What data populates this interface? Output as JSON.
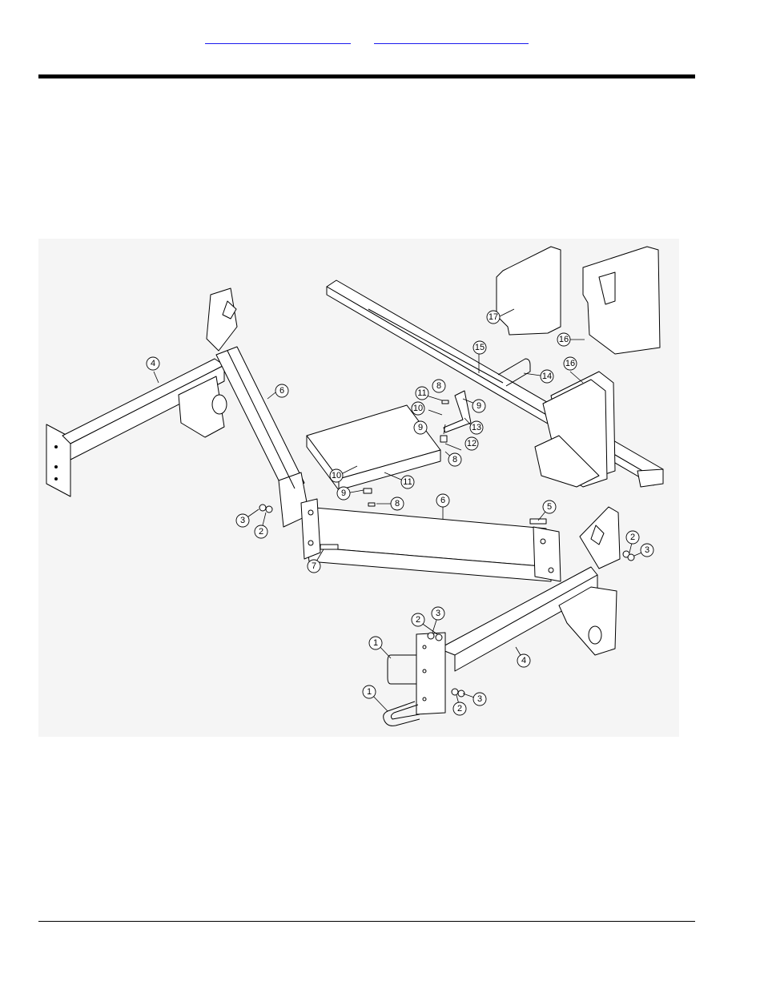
{
  "header": {
    "links": [
      {
        "text": ""
      },
      {
        "text": ""
      }
    ]
  },
  "diagram": {
    "callouts": [
      {
        "num": "1"
      },
      {
        "num": "1"
      },
      {
        "num": "2"
      },
      {
        "num": "2"
      },
      {
        "num": "2"
      },
      {
        "num": "2"
      },
      {
        "num": "3"
      },
      {
        "num": "3"
      },
      {
        "num": "3"
      },
      {
        "num": "3"
      },
      {
        "num": "4"
      },
      {
        "num": "4"
      },
      {
        "num": "5"
      },
      {
        "num": "6"
      },
      {
        "num": "6"
      },
      {
        "num": "7"
      },
      {
        "num": "8"
      },
      {
        "num": "8"
      },
      {
        "num": "8"
      },
      {
        "num": "9"
      },
      {
        "num": "9"
      },
      {
        "num": "9"
      },
      {
        "num": "10"
      },
      {
        "num": "10"
      },
      {
        "num": "11"
      },
      {
        "num": "11"
      },
      {
        "num": "12"
      },
      {
        "num": "13"
      },
      {
        "num": "14"
      },
      {
        "num": "15"
      },
      {
        "num": "16"
      },
      {
        "num": "16"
      },
      {
        "num": "17"
      }
    ]
  }
}
